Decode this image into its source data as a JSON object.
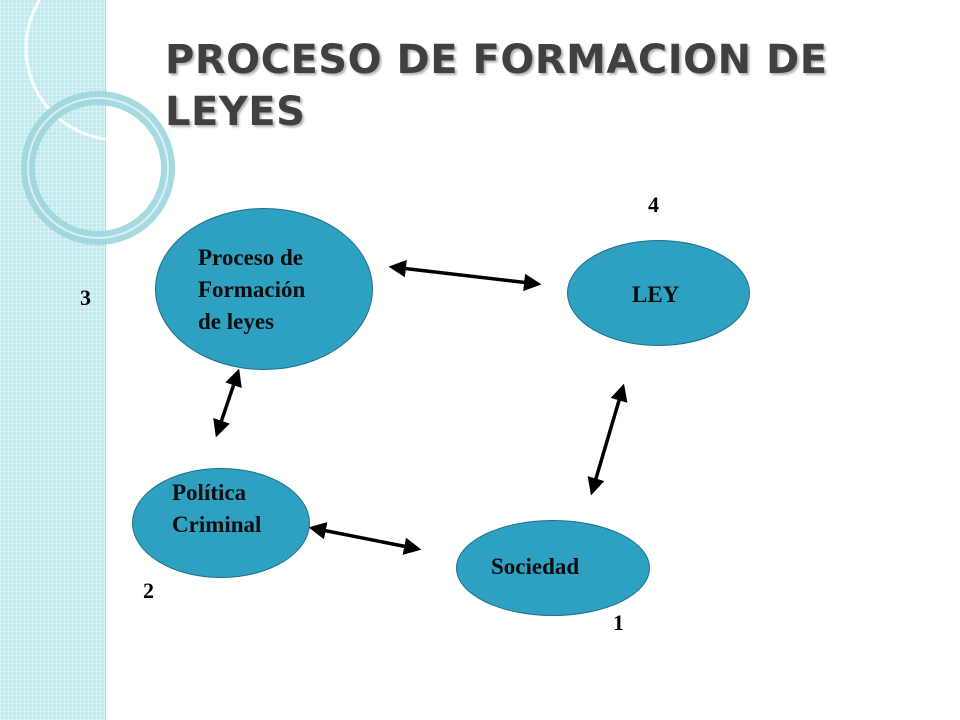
{
  "title": "PROCESO DE FORMACION DE LEYES",
  "nodes": {
    "proceso": {
      "lines": [
        "Proceso de",
        "Formación",
        "de leyes"
      ]
    },
    "ley": {
      "label": "LEY"
    },
    "politica": {
      "lines": [
        "Política",
        "Criminal"
      ]
    },
    "sociedad": {
      "label": "Sociedad"
    }
  },
  "numbers": {
    "n1": "1",
    "n2": "2",
    "n3": "3",
    "n4": "4"
  },
  "colors": {
    "node_fill": "#2ea0c2",
    "band": "#bdebf0",
    "title": "#404040"
  }
}
